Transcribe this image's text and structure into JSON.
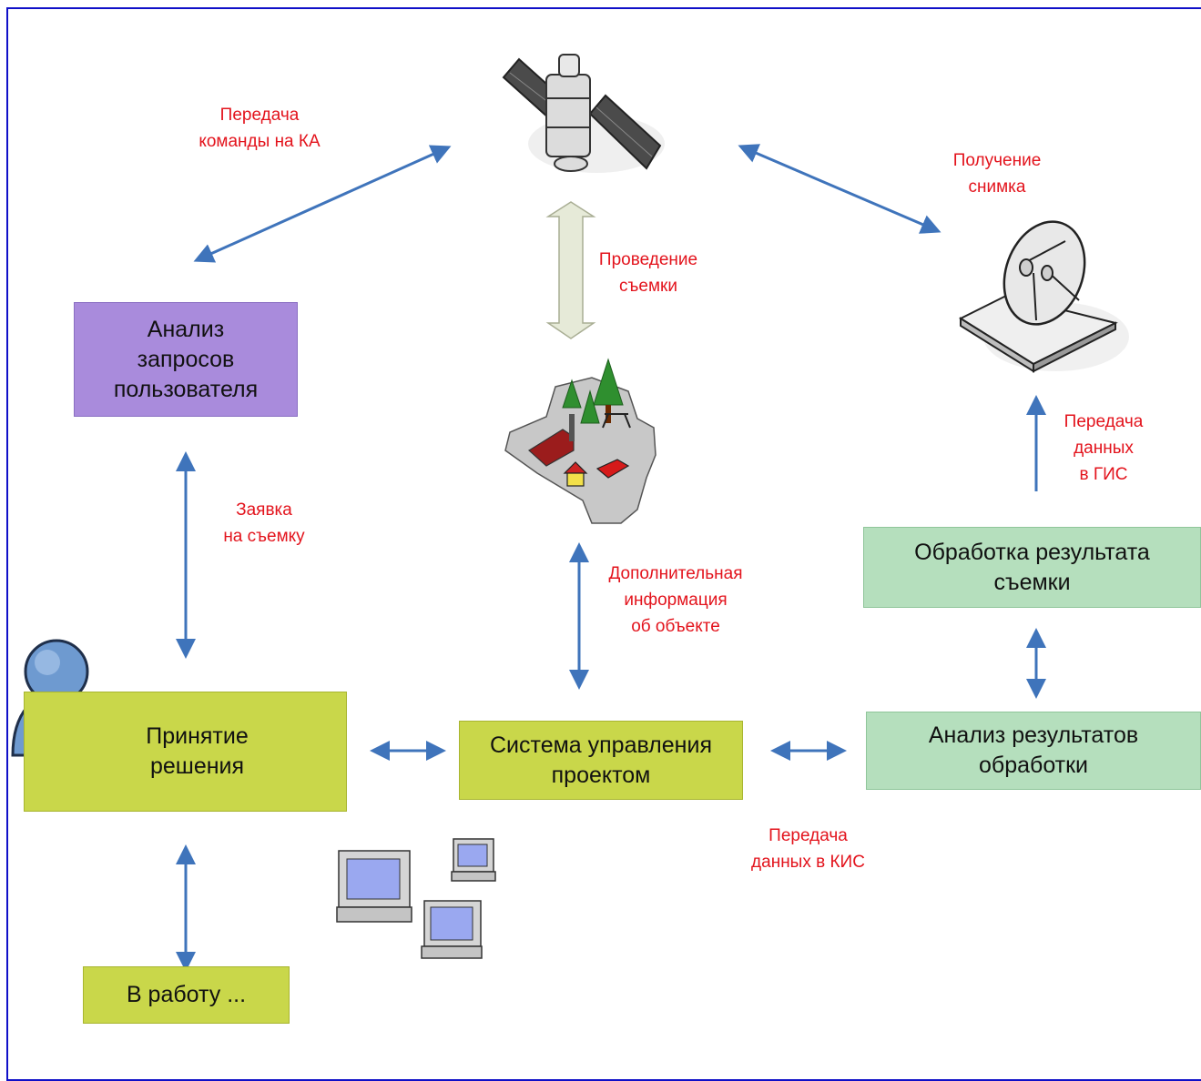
{
  "boxes": {
    "analysis_requests": "Анализ\nзапросов\nпользователя",
    "decision": "Принятие\nрешения",
    "pms": "Система управления\nпроектом",
    "processing": "Обработка результата\nсъемки",
    "analysis_results": "Анализ результатов\nобработки",
    "to_work": "В работу ..."
  },
  "labels": {
    "cmd_to_sc": "Передача\nкоманды на КА",
    "get_image": "Получение\nснимка",
    "survey": "Проведение\nсъемки",
    "to_gis": "Передача\nданных\nв ГИС",
    "request": "Заявка\nна съемку",
    "extra_info": "Дополнительная\nинформация\nоб  объекте",
    "to_kis": "Передача\nданных в КИС"
  },
  "colors": {
    "arrow": "#3f74bb",
    "label_text": "#e3141d",
    "frame": "#1010c8",
    "purple_box": "#a98bdc",
    "olive_box": "#c9d74a",
    "green_box": "#b5dfbd"
  },
  "icons": [
    "satellite-icon",
    "dish-antenna-icon",
    "terrain-map-icon",
    "user-icon",
    "computers-icon"
  ]
}
